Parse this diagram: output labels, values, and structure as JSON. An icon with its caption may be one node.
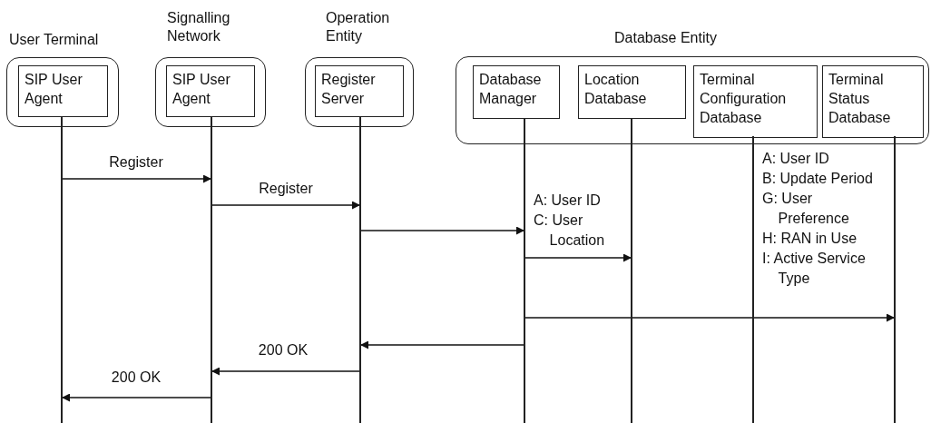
{
  "diagram": {
    "nodes": [
      {
        "text": [
          "User Terminal"
        ]
      },
      {
        "text": [
          "SIP User Agent"
        ],
        "in": 0
      },
      {
        "text": [
          "Signalling Network"
        ]
      },
      {
        "text": [
          "SIP User Agent"
        ],
        "in": 2
      },
      {
        "text": [
          "Operation Entity"
        ]
      },
      {
        "text": [
          "Register Server"
        ],
        "in": 4
      },
      {
        "text": [
          "Database Entity"
        ]
      },
      {
        "text": [
          "Database Manager"
        ],
        "in": 6
      },
      {
        "text": [
          "Location Database"
        ],
        "in": 6
      },
      {
        "text": [
          "Terminal Configuration Database"
        ],
        "in": 6
      },
      {
        "text": [
          "Terminal Status Database"
        ],
        "in": 6
      },
      {
        "text": [],
        "shape": "line"
      },
      {
        "text": [],
        "shape": "line"
      },
      {
        "text": [],
        "shape": "line"
      },
      {
        "text": [],
        "shape": "line"
      },
      {
        "text": [],
        "shape": "line"
      },
      {
        "text": [],
        "shape": "line"
      },
      {
        "text": [],
        "shape": "line"
      }
    ],
    "edges": [
      {
        "from": 11,
        "to": 12,
        "arrow": "to",
        "label": "Register"
      },
      {
        "from": 12,
        "to": 13,
        "arrow": "to",
        "label": "Register"
      },
      {
        "from": 13,
        "to": 14,
        "arrow": "to"
      },
      {
        "from": 14,
        "to": 15,
        "arrow": "to",
        "label": "A: User ID C: User Location"
      },
      {
        "from": 14,
        "to": 17,
        "arrow": "to",
        "label": "A: User ID B: Update Period G: User Preference H: RAN in Use I: Active Service Type"
      },
      {
        "from": 14,
        "to": 13,
        "arrow": "to"
      },
      {
        "from": 13,
        "to": 12,
        "arrow": "to",
        "label": "200 OK"
      },
      {
        "from": 12,
        "to": 11,
        "arrow": "to",
        "label": "200 OK"
      }
    ]
  }
}
